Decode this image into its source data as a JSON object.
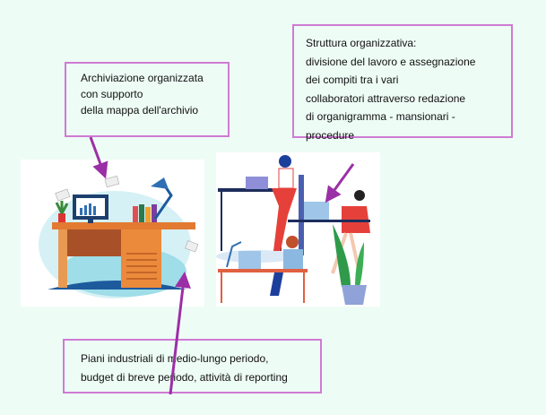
{
  "boxes": {
    "archive": {
      "lines": [
        "Archiviazione organizzata",
        "con supporto",
        "della mappa dell'archivio"
      ]
    },
    "structure": {
      "lines": [
        "Struttura organizzativa:",
        "divisione del lavoro e assegnazione",
        "dei compiti tra i vari",
        "collaboratori attraverso redazione",
        "di organigramma - mansionari -",
        "procedure"
      ]
    },
    "plans": {
      "lines": [
        "Piani industriali di medio-lungo periodo,",
        "budget di breve periodo, attività di reporting"
      ]
    }
  },
  "colors": {
    "border": "#cf7bd3",
    "arrow": "#9b2fa6",
    "background": "#eefcf6"
  }
}
